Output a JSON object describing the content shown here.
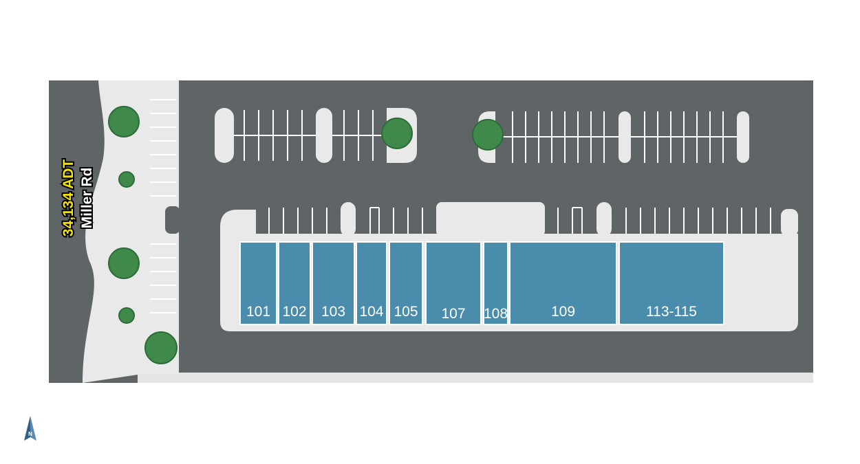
{
  "road": {
    "traffic": "34,134 ADT",
    "name": "Miller Rd",
    "traffic_color": "#f3e400"
  },
  "units": [
    "101",
    "102",
    "103",
    "104",
    "105",
    "107",
    "108",
    "109",
    "113-115"
  ],
  "compass": {
    "label": "N",
    "icon": "north-arrow-icon"
  },
  "colors": {
    "pavement": "#5f6566",
    "sidewalk": "#e9e9e9",
    "unit_fill": "#4a8cab",
    "tree": "#3f8a4a"
  }
}
